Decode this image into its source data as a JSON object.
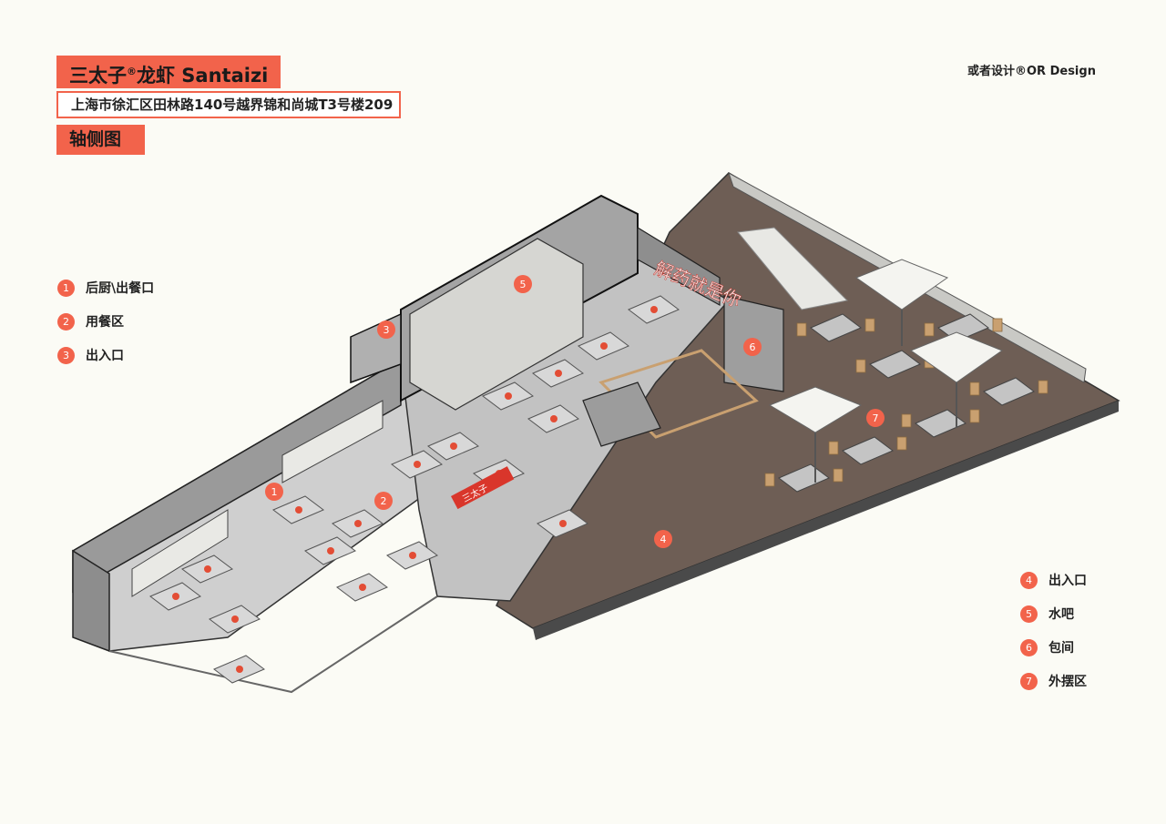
{
  "header": {
    "title": "三太子",
    "title_mark": "®",
    "title_rest": "龙虾 Santaizi",
    "address": "上海市徐汇区田林路140号越界锦和尚城T3号楼209",
    "subtitle": "轴侧图",
    "brand": "或者设计®OR Design"
  },
  "legend_left": [
    {
      "num": "1",
      "label": "后厨\\出餐口"
    },
    {
      "num": "2",
      "label": "用餐区"
    },
    {
      "num": "3",
      "label": "出入口"
    }
  ],
  "legend_right": [
    {
      "num": "4",
      "label": "出入口"
    },
    {
      "num": "5",
      "label": "水吧"
    },
    {
      "num": "6",
      "label": "包间"
    },
    {
      "num": "7",
      "label": "外摆区"
    }
  ],
  "markers": [
    "1",
    "2",
    "3",
    "4",
    "5",
    "6",
    "7"
  ],
  "signage": {
    "wall_sign": "解药就是你",
    "door_sign": "三太子"
  },
  "colors": {
    "accent": "#f2634b",
    "wall": "#9a9a9a",
    "floor": "#cfcfcf",
    "deck": "#6e5e55",
    "table": "#b8b8b8",
    "chair": "#c9a070",
    "umbrella": "#f4f4f0"
  }
}
